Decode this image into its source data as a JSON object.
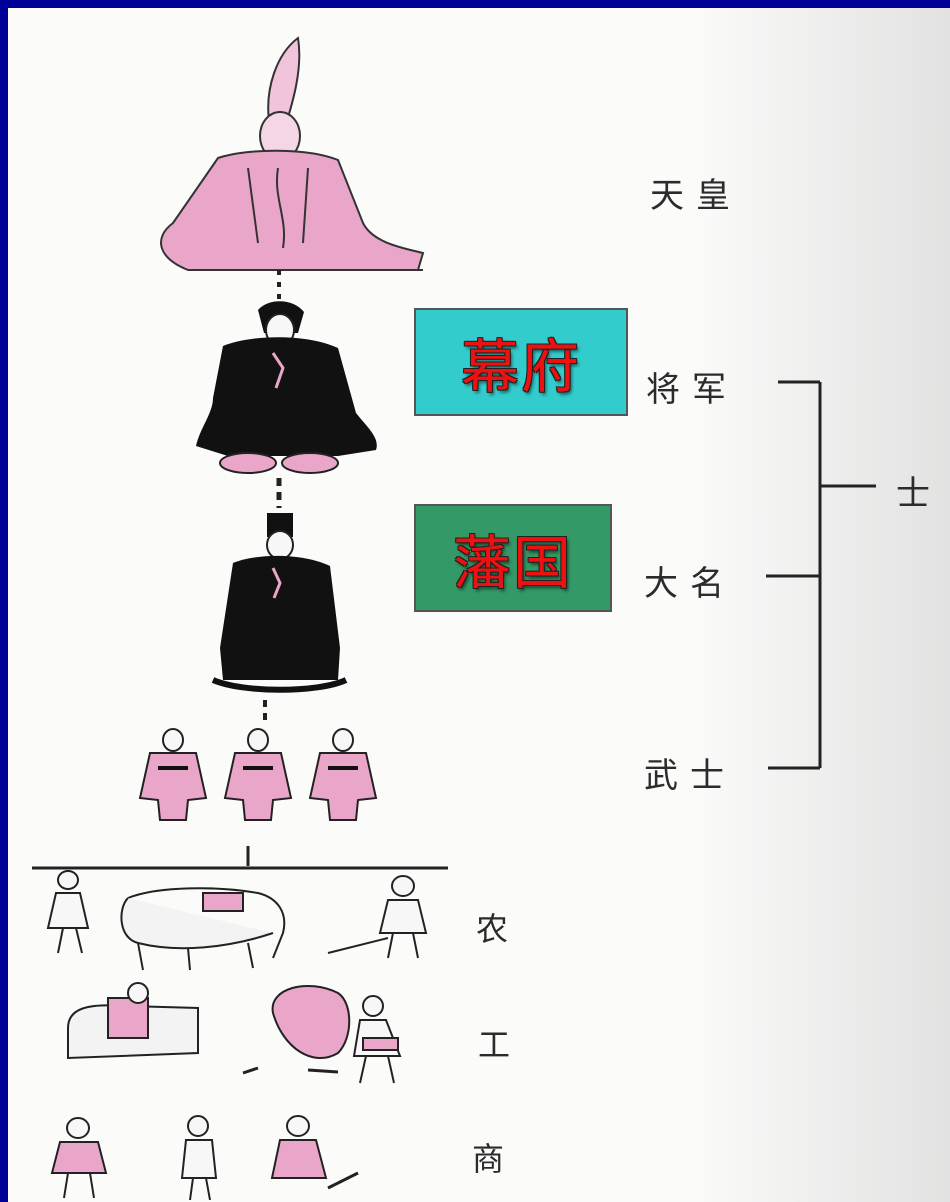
{
  "labels": {
    "emperor": "天皇",
    "shogun": "将军",
    "daimyo": "大名",
    "bushi": "武士",
    "shi": "士",
    "farmer": "农",
    "artisan": "工",
    "merchant": "商"
  },
  "overlays": {
    "bakufu": "幕府",
    "hanguo": "藩国"
  },
  "colors": {
    "slide_border": "#000099",
    "bakufu_box": "#33cccc",
    "hanguo_box": "#339966",
    "overlay_text": "#ee1111",
    "robe_pink": "#e9a6c9",
    "robe_black": "#111111"
  }
}
